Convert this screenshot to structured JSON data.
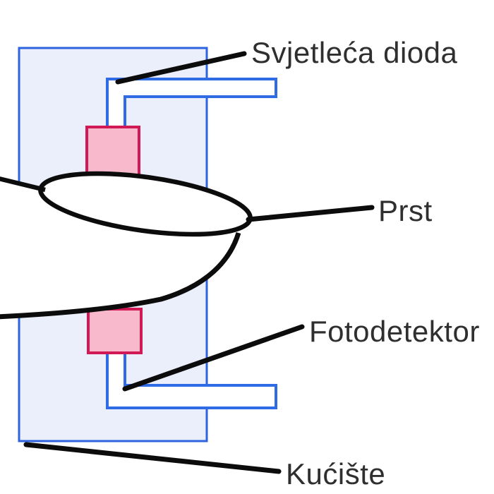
{
  "labels": {
    "led": "Svjetleća dioda",
    "finger": "Prst",
    "photodetector": "Fotodetektor",
    "housing": "Kućište"
  },
  "colors": {
    "background": "#ffffff",
    "housing_fill": "#ebeffb",
    "housing_border": "#2d63df",
    "bracket_border": "#2e6be5",
    "component_fill": "#f8b9cc",
    "component_border": "#d11a55",
    "line_color": "#0c0c0c",
    "text_color": "#2f2f2f"
  }
}
